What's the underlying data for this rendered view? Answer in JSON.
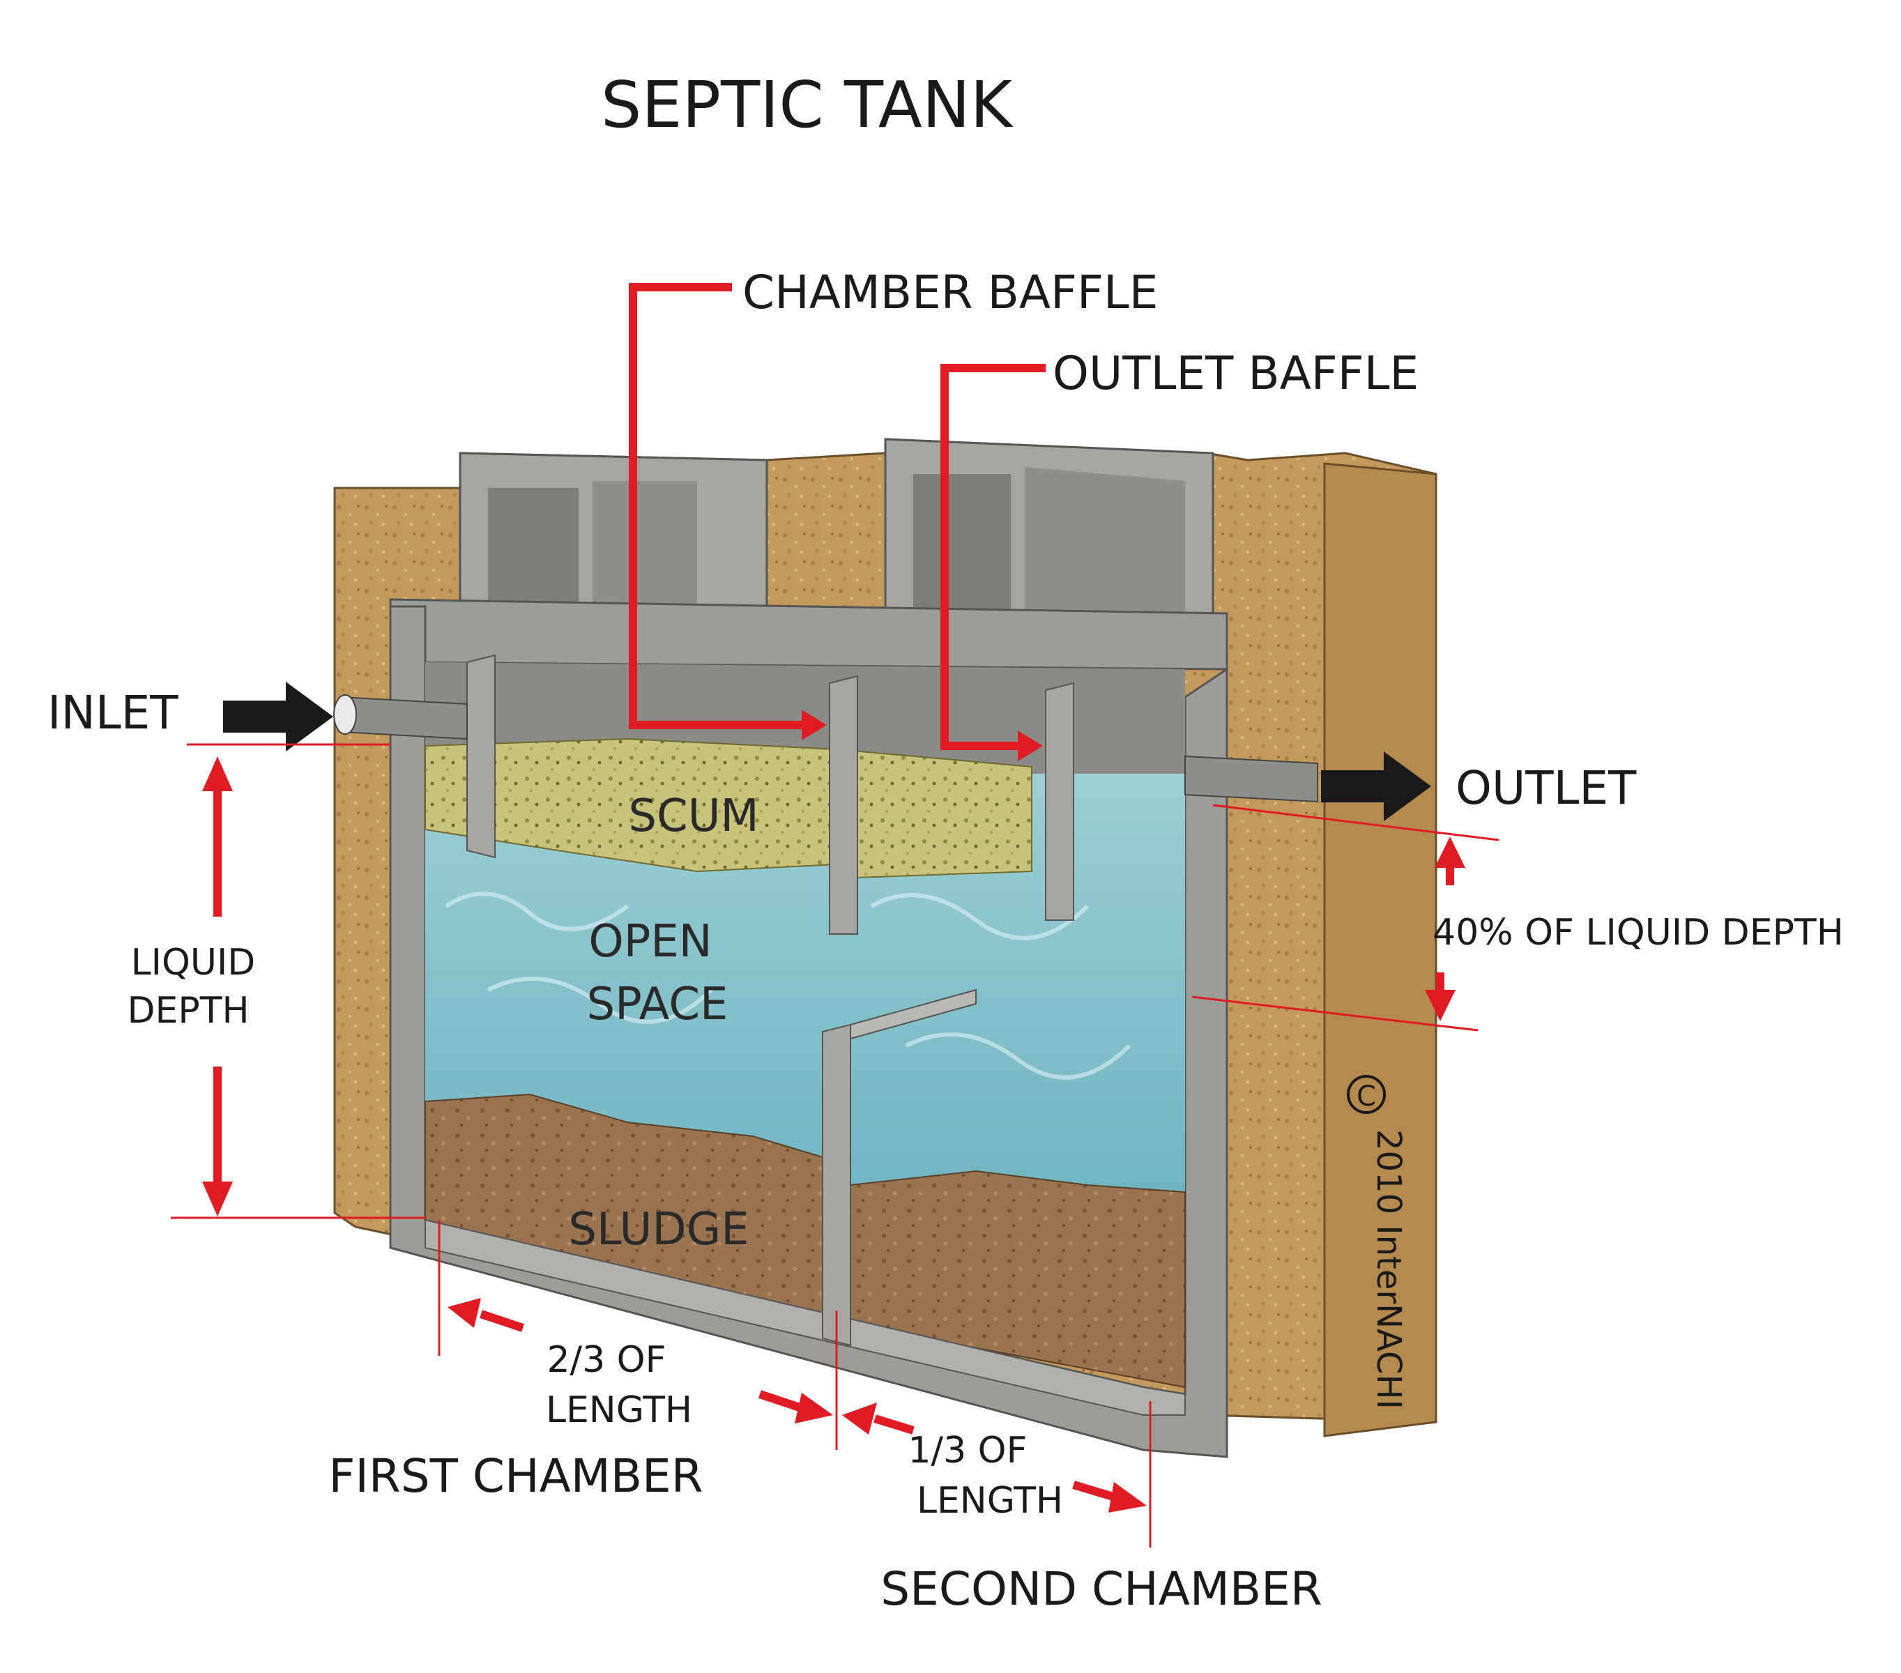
{
  "title": "SEPTIC TANK",
  "callouts": {
    "chamber_baffle": "CHAMBER BAFFLE",
    "outlet_baffle": "OUTLET BAFFLE"
  },
  "flow": {
    "inlet": "INLET",
    "outlet": "OUTLET"
  },
  "zones": {
    "scum": "SCUM",
    "open_space_line1": "OPEN",
    "open_space_line2": "SPACE",
    "sludge": "SLUDGE"
  },
  "dimensions": {
    "liquid_depth_line1": "LIQUID",
    "liquid_depth_line2": "DEPTH",
    "forty_percent": "40% OF LIQUID DEPTH",
    "two_thirds_line1": "2/3 OF",
    "two_thirds_line2": "LENGTH",
    "one_third_line1": "1/3 OF",
    "one_third_line2": "LENGTH"
  },
  "chambers": {
    "first": "FIRST CHAMBER",
    "second": "SECOND CHAMBER"
  },
  "copyright": {
    "symbol": "C",
    "text": "2010 InterNACHI"
  },
  "colors": {
    "soil": "#c49a5c",
    "concrete": "#9c9c98",
    "water": "#7fc3cf",
    "scum": "#c9c27a",
    "sludge": "#9a7350",
    "annotation": "#e01b24",
    "arrow": "#1a1a1a"
  }
}
